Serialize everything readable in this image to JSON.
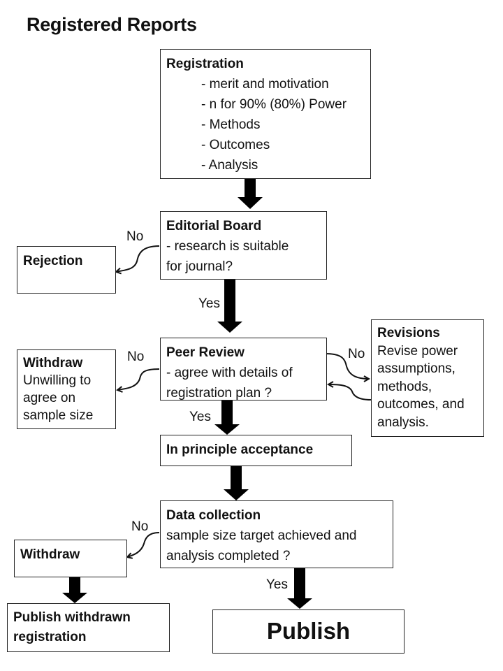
{
  "title": "Registered Reports",
  "registration": {
    "head": "Registration",
    "items": [
      "- merit and motivation",
      "- n for 90% (80%) Power",
      "- Methods",
      "- Outcomes",
      "- Analysis"
    ]
  },
  "editorial": {
    "head": "Editorial Board",
    "lines": [
      "- research is suitable",
      "for journal?"
    ]
  },
  "rejection": {
    "head": "Rejection"
  },
  "peer_review": {
    "head": "Peer Review",
    "lines": [
      " - agree with details of",
      "registration plan ?"
    ]
  },
  "withdraw1": {
    "head": "Withdraw",
    "lines": [
      "Unwilling to",
      "agree on",
      "sample size"
    ]
  },
  "revisions": {
    "head": "Revisions",
    "lines": [
      "Revise power",
      "assumptions,",
      "methods,",
      "outcomes, and",
      "analysis."
    ]
  },
  "acceptance": {
    "head": "In principle acceptance"
  },
  "data_collection": {
    "head": "Data collection",
    "lines": [
      "sample size target achieved and",
      "analysis completed ?"
    ]
  },
  "withdraw2": {
    "head": "Withdraw"
  },
  "publish_withdrawn": {
    "lines": [
      "Publish withdrawn",
      "registration"
    ]
  },
  "publish": {
    "label": "Publish"
  },
  "labels": {
    "no_editorial": "No",
    "yes_editorial": "Yes",
    "no_peer_left": "No",
    "no_peer_right": "No",
    "yes_peer": "Yes",
    "no_data": "No",
    "yes_data": "Yes"
  }
}
